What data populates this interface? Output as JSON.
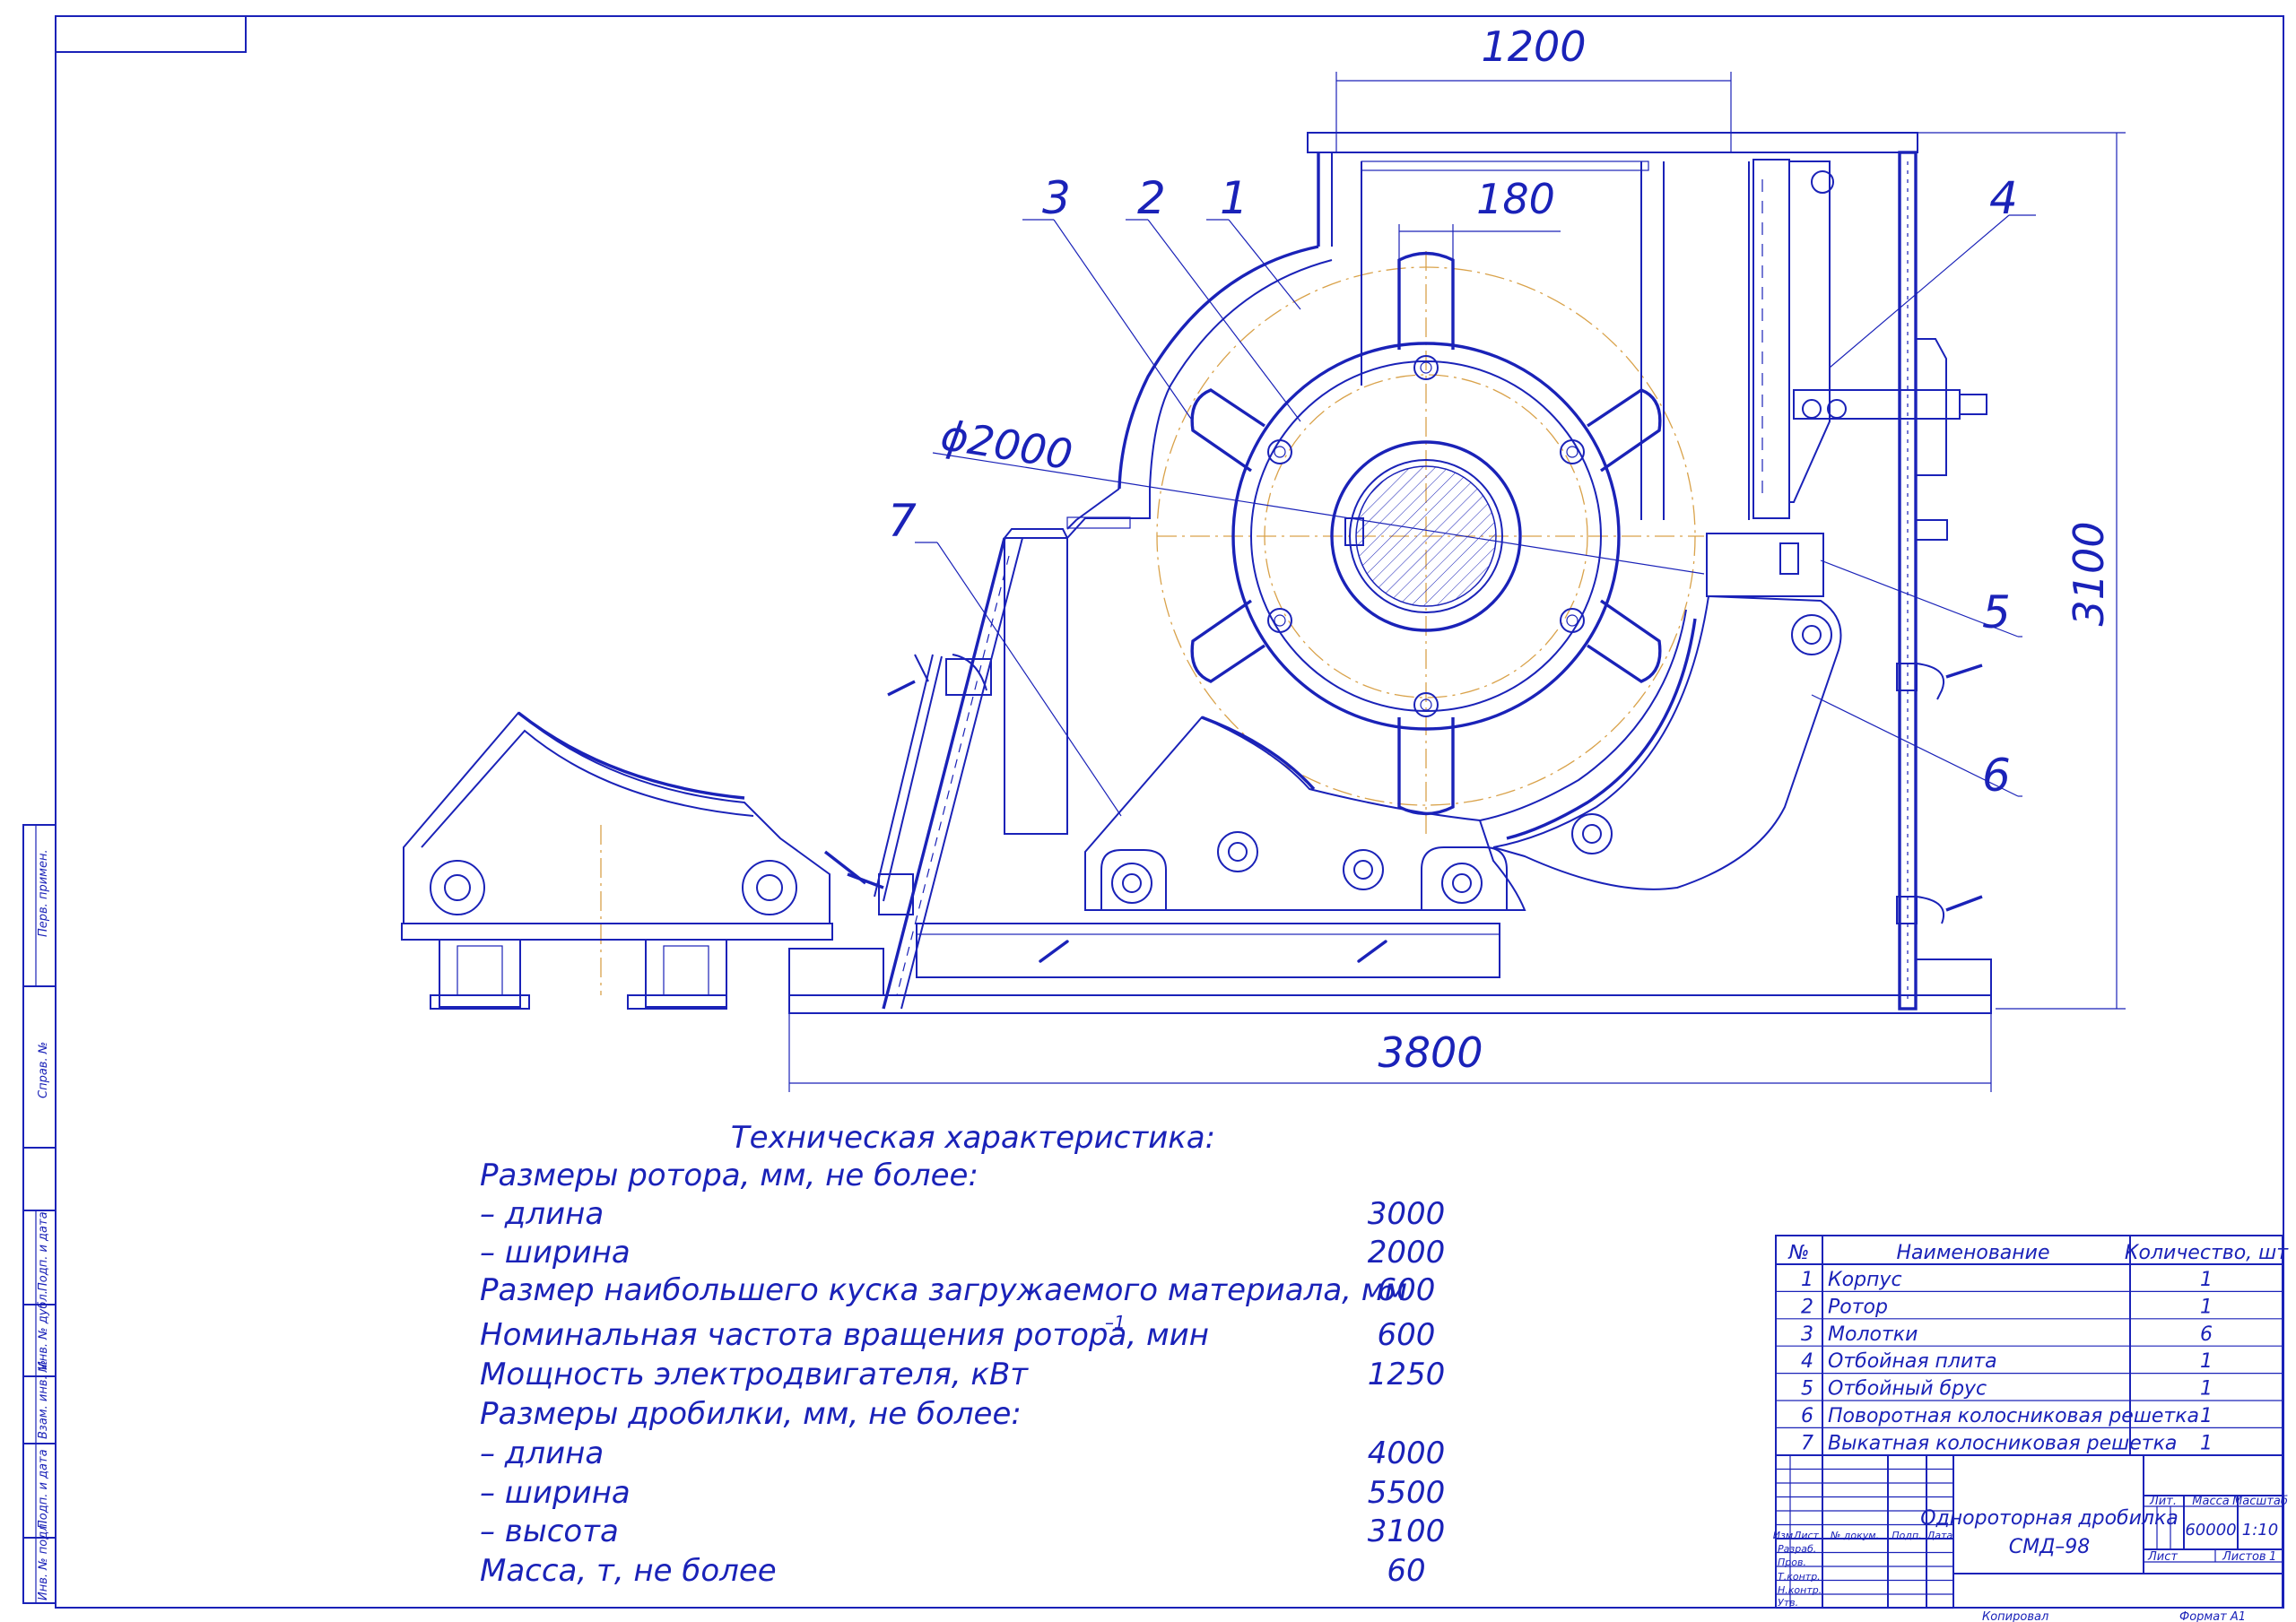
{
  "drawing": {
    "dimensions": {
      "top_width": "1200",
      "shaft": "180",
      "rotor_diameter": "ϕ2000",
      "height": "3100",
      "length": "3800"
    },
    "callouts": [
      "1",
      "2",
      "3",
      "4",
      "5",
      "6",
      "7"
    ]
  },
  "spec": {
    "title": "Техническая характеристика:",
    "rows": [
      {
        "label": "Размеры ротора, мм, не более:",
        "value": ""
      },
      {
        "label": "– длина",
        "value": "3000"
      },
      {
        "label": "– ширина",
        "value": "2000"
      },
      {
        "label": "Размер наибольшего куска загружаемого материала, мм",
        "value": "600"
      },
      {
        "label": "Номинальная частота вращения ротора, мин",
        "sup": "–1",
        "value": "600"
      },
      {
        "label": "Мощность электродвигателя, кВт",
        "value": "1250"
      },
      {
        "label": "Размеры дробилки, мм, не более:",
        "value": ""
      },
      {
        "label": "– длина",
        "value": "4000"
      },
      {
        "label": "– ширина",
        "value": "5500"
      },
      {
        "label": "– высота",
        "value": "3100"
      },
      {
        "label": "Масса, т, не более",
        "value": "60"
      }
    ]
  },
  "parts_table": {
    "headers": [
      "№",
      "Наименование",
      "Количество, шт"
    ],
    "rows": [
      [
        "1",
        "Корпус",
        "1"
      ],
      [
        "2",
        "Ротор",
        "1"
      ],
      [
        "3",
        "Молотки",
        "6"
      ],
      [
        "4",
        "Отбойная плита",
        "1"
      ],
      [
        "5",
        "Отбойный брус",
        "1"
      ],
      [
        "6",
        "Поворотная колосниковая решетка",
        "1"
      ],
      [
        "7",
        "Выкатная колосниковая решетка",
        "1"
      ]
    ]
  },
  "title_block": {
    "name_line1": "Однороторная дробилка",
    "name_line2": "СМД–98",
    "col_headers": [
      "Изм",
      "Лист",
      "№ докум.",
      "Подп.",
      "Дата"
    ],
    "roles": [
      "Разраб.",
      "Пров.",
      "Т.контр.",
      "",
      "Н.контр.",
      "Утв."
    ],
    "lit_label": "Лит.",
    "mass_label": "Масса",
    "scale_label": "Масштаб",
    "mass": "60000",
    "scale": "1:10",
    "sheet_label": "Лист",
    "sheets_label": "Листов",
    "sheets": "1",
    "copied": "Копировал",
    "format": "Формат   А1"
  },
  "side_stamps": [
    "Перв. примен.",
    "Справ. №",
    "Подп. и дата",
    "Инв. № дубл.",
    "Взам. инв. №",
    "Подп. и дата",
    "Инв. № подл."
  ]
}
